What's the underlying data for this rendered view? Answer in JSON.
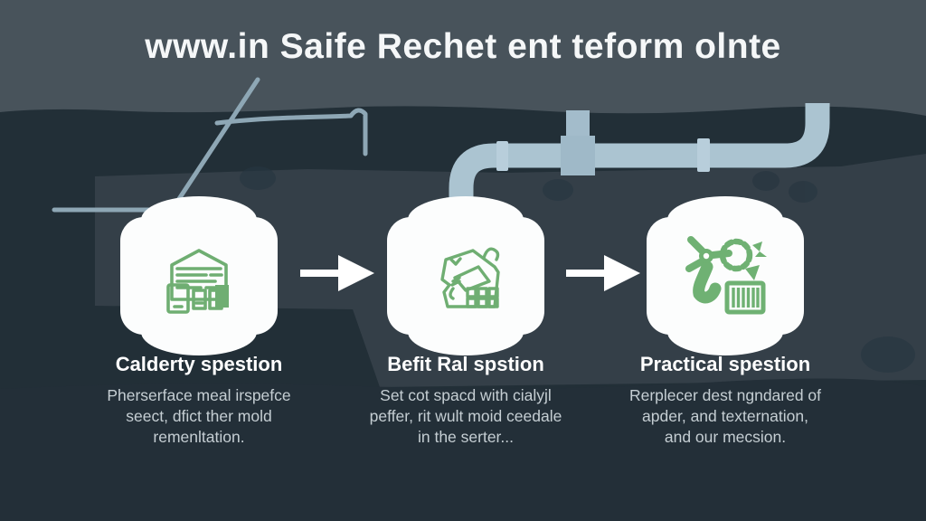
{
  "header": {
    "title": "www.in Saife Rechet ent teform olnte"
  },
  "steps": [
    {
      "icon": "building-documents-icon",
      "heading": "Calderty spestion",
      "lines": [
        "Pherserface meal irspefce",
        "seect, dfict ther mold",
        "remenltation."
      ]
    },
    {
      "icon": "house-inspection-icon",
      "heading": "Befit Ral spstion",
      "lines": [
        "Set cot spacd with cialyjl",
        "peffer, rit wult moid ceedale",
        "in the serter..."
      ]
    },
    {
      "icon": "turbine-recycle-icon",
      "heading": "Practical spestion",
      "lines": [
        "Rerplecer dest ngndared of",
        "apder, and texternation,",
        "and our mecsion."
      ]
    }
  ],
  "arrows": {
    "glyph": "right-arrow"
  },
  "colors": {
    "accent_green": "#6FAE72",
    "card_bg": "#FCFDFD",
    "header_band": "#48535B",
    "dark_band": "#222F37",
    "mid_band": "#343F48",
    "bottom_band": "#232F38",
    "pipe_large": "#ABC4D1",
    "pipe_thin": "#8EA7B5",
    "heading_text": "#FFFFFF",
    "body_text": "#C5CED3"
  }
}
